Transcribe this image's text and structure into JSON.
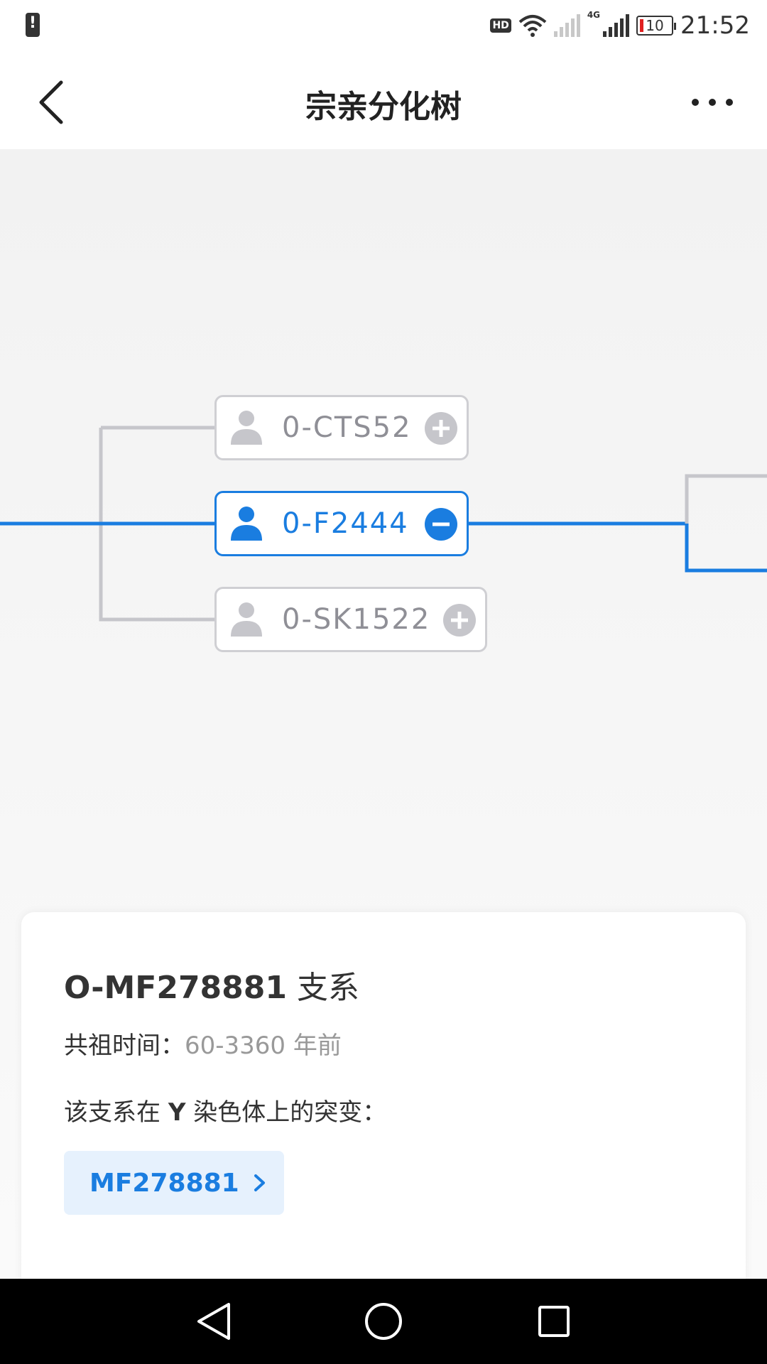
{
  "status_bar": {
    "hd_label": "HD",
    "network_label": "4G",
    "battery_level": "10",
    "time": "21:52",
    "icons": [
      "alert-icon",
      "wifi-icon",
      "signal-icon",
      "battery-icon"
    ]
  },
  "header": {
    "title": "宗亲分化树",
    "back_icon": "chevron-left-icon",
    "more_icon": "more-horizontal-icon"
  },
  "tree": {
    "nodes": [
      {
        "label": "0-CTS52",
        "state": "collapsed",
        "active": false
      },
      {
        "label": "0-F2444",
        "state": "expanded",
        "active": true
      },
      {
        "label": "0-SK1522",
        "state": "collapsed",
        "active": false
      }
    ],
    "colors": {
      "active": "#1a7de0",
      "inactive": "#c6c6cb"
    }
  },
  "card": {
    "title_id": "O-MF278881",
    "title_suffix": " 支系",
    "ancestor_label": "共祖时间：",
    "ancestor_value": "60-3360 年前",
    "mutation_pre": "该支系在 ",
    "mutation_y": "Y",
    "mutation_post": " 染色体上的突变：",
    "mutation_chip": "MF278881"
  },
  "system_nav": {
    "icons": [
      "back-triangle-icon",
      "home-circle-icon",
      "recents-square-icon"
    ]
  }
}
